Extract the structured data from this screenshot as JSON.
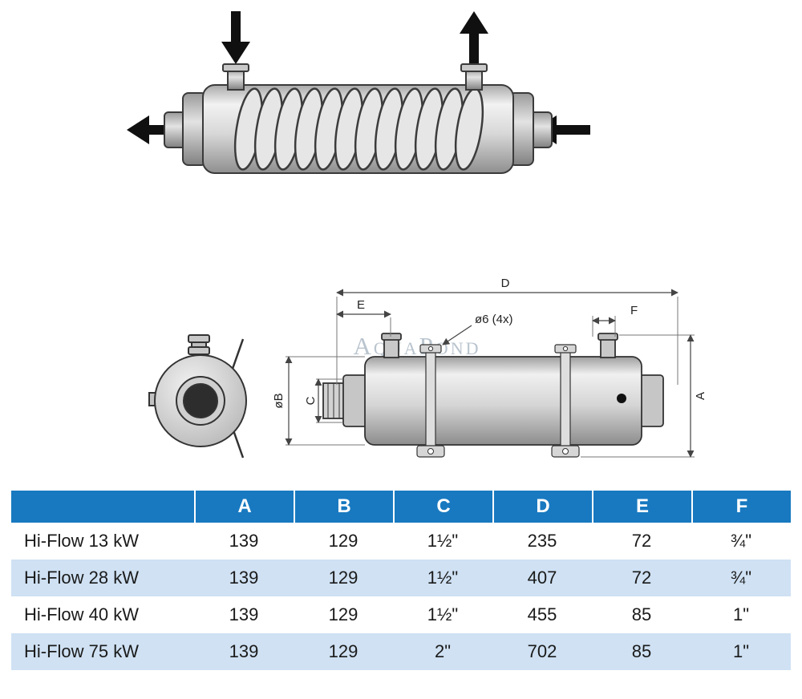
{
  "drawing": {
    "watermark": "AquaPond",
    "labels": {
      "D": "D",
      "E": "E",
      "F": "F",
      "A": "A",
      "B": "øB",
      "C": "C",
      "holes": "ø6 (4x)"
    }
  },
  "table": {
    "headers": [
      "A",
      "B",
      "C",
      "D",
      "E",
      "F"
    ],
    "rows": [
      {
        "model": "Hi-Flow 13 kW",
        "values": [
          "139",
          "129",
          "1½\"",
          "235",
          "72",
          "¾\""
        ]
      },
      {
        "model": "Hi-Flow 28 kW",
        "values": [
          "139",
          "129",
          "1½\"",
          "407",
          "72",
          "¾\""
        ]
      },
      {
        "model": "Hi-Flow 40 kW",
        "values": [
          "139",
          "129",
          "1½\"",
          "455",
          "85",
          "1\""
        ]
      },
      {
        "model": "Hi-Flow 75 kW",
        "values": [
          "139",
          "129",
          "2\"",
          "702",
          "85",
          "1\""
        ]
      }
    ]
  }
}
